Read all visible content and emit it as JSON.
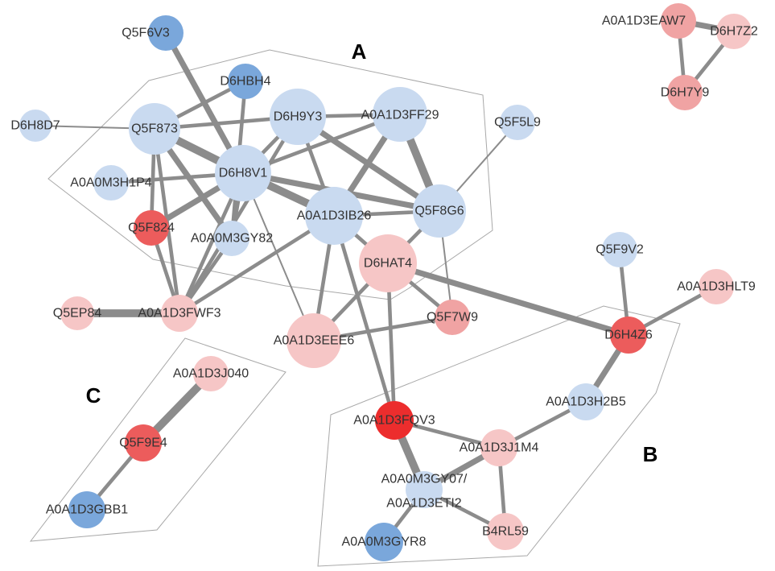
{
  "groups": [
    {
      "id": "A",
      "label": "A"
    },
    {
      "id": "B",
      "label": "B"
    },
    {
      "id": "C",
      "label": "C"
    }
  ],
  "colors": {
    "dark_blue": "#7aa7db",
    "light_blue": "#c9daf0",
    "light_pink": "#f6c6c6",
    "pink": "#f0a3a3",
    "red": "#ec5c5c",
    "bright_red": "#ec2d2d",
    "edge": "#8c8c8c",
    "hull": "#a8a8a8"
  },
  "nodes": [
    {
      "id": "Q5F6V3",
      "label": "Q5F6V3",
      "color": "dark_blue"
    },
    {
      "id": "D6HBH4",
      "label": "D6HBH4",
      "color": "dark_blue"
    },
    {
      "id": "D6H8D7",
      "label": "D6H8D7",
      "color": "light_blue"
    },
    {
      "id": "Q5F873",
      "label": "Q5F873",
      "color": "light_blue"
    },
    {
      "id": "D6H9Y3",
      "label": "D6H9Y3",
      "color": "light_blue"
    },
    {
      "id": "A0A1D3FF29",
      "label": "A0A1D3FF29",
      "color": "light_blue"
    },
    {
      "id": "Q5F5L9",
      "label": "Q5F5L9",
      "color": "light_blue"
    },
    {
      "id": "A0A0M3H1P4",
      "label": "A0A0M3H1P4",
      "color": "light_blue"
    },
    {
      "id": "D6H8V1",
      "label": "D6H8V1",
      "color": "light_blue"
    },
    {
      "id": "Q5F824",
      "label": "Q5F824",
      "color": "red"
    },
    {
      "id": "A0A0M3GY82",
      "label": "A0A0M3GY82",
      "color": "light_blue"
    },
    {
      "id": "A0A1D3IB26",
      "label": "A0A1D3IB26",
      "color": "light_blue"
    },
    {
      "id": "Q5F8G6",
      "label": "Q5F8G6",
      "color": "light_blue"
    },
    {
      "id": "D6HAT4",
      "label": "D6HAT4",
      "color": "light_pink"
    },
    {
      "id": "Q5EP84",
      "label": "Q5EP84",
      "color": "light_pink"
    },
    {
      "id": "A0A1D3FWF3",
      "label": "A0A1D3FWF3",
      "color": "light_pink"
    },
    {
      "id": "A0A1D3EEE6",
      "label": "A0A1D3EEE6",
      "color": "light_pink"
    },
    {
      "id": "Q5F7W9",
      "label": "Q5F7W9",
      "color": "pink"
    },
    {
      "id": "A0A1D3EAW7",
      "label": "A0A1D3EAW7",
      "color": "pink"
    },
    {
      "id": "D6H7Z2",
      "label": "D6H7Z2",
      "color": "light_pink"
    },
    {
      "id": "D6H7Y9",
      "label": "D6H7Y9",
      "color": "pink"
    },
    {
      "id": "Q5F9V2",
      "label": "Q5F9V2",
      "color": "light_blue"
    },
    {
      "id": "A0A1D3HLT9",
      "label": "A0A1D3HLT9",
      "color": "light_pink"
    },
    {
      "id": "D6H4Z6",
      "label": "D6H4Z6",
      "color": "red"
    },
    {
      "id": "A0A1D3H2B5",
      "label": "A0A1D3H2B5",
      "color": "light_blue"
    },
    {
      "id": "A0A1D3J040",
      "label": "A0A1D3J040",
      "color": "light_pink"
    },
    {
      "id": "Q5F9E4",
      "label": "Q5F9E4",
      "color": "red"
    },
    {
      "id": "A0A1D3GBB1",
      "label": "A0A1D3GBB1",
      "color": "dark_blue"
    },
    {
      "id": "A0A1D3FQV3",
      "label": "A0A1D3FQV3",
      "color": "bright_red"
    },
    {
      "id": "A0A1D3J1M4",
      "label": "A0A1D3J1M4",
      "color": "light_pink"
    },
    {
      "id": "A0A0M3GY07",
      "label": "A0A0M3GY07/",
      "label2": "A0A1D3ETI2",
      "color": "light_blue"
    },
    {
      "id": "B4RL59",
      "label": "B4RL59",
      "color": "light_pink"
    },
    {
      "id": "A0A0M3GYR8",
      "label": "A0A0M3GYR8",
      "color": "dark_blue"
    }
  ],
  "edges": [
    {
      "source": "Q5F6V3",
      "target": "D6H8V1",
      "weight": 3
    },
    {
      "source": "D6HBH4",
      "target": "Q5F873",
      "weight": 2
    },
    {
      "source": "D6HBH4",
      "target": "A0A0M3GY82",
      "weight": 2
    },
    {
      "source": "D6H8D7",
      "target": "Q5F873",
      "weight": 1
    },
    {
      "source": "Q5F873",
      "target": "D6H9Y3",
      "weight": 2
    },
    {
      "source": "Q5F873",
      "target": "D6H8V1",
      "weight": 4
    },
    {
      "source": "Q5F873",
      "target": "Q5F824",
      "weight": 2
    },
    {
      "source": "Q5F873",
      "target": "A0A0M3GY82",
      "weight": 3
    },
    {
      "source": "Q5F873",
      "target": "A0A1D3IB26",
      "weight": 3
    },
    {
      "source": "Q5F873",
      "target": "A0A1D3FWF3",
      "weight": 2
    },
    {
      "source": "D6H9Y3",
      "target": "D6H8V1",
      "weight": 2
    },
    {
      "source": "D6H9Y3",
      "target": "A0A1D3IB26",
      "weight": 2
    },
    {
      "source": "D6H9Y3",
      "target": "A0A1D3FF29",
      "weight": 2
    },
    {
      "source": "D6H9Y3",
      "target": "Q5F8G6",
      "weight": 3
    },
    {
      "source": "D6H9Y3",
      "target": "A0A1D3FWF3",
      "weight": 2
    },
    {
      "source": "A0A1D3FF29",
      "target": "D6H8V1",
      "weight": 2
    },
    {
      "source": "A0A1D3FF29",
      "target": "A0A1D3IB26",
      "weight": 3
    },
    {
      "source": "A0A1D3FF29",
      "target": "Q5F8G6",
      "weight": 4
    },
    {
      "source": "Q5F5L9",
      "target": "Q5F8G6",
      "weight": 1
    },
    {
      "source": "A0A0M3H1P4",
      "target": "D6H8V1",
      "weight": 2
    },
    {
      "source": "D6H8V1",
      "target": "Q5F824",
      "weight": 3
    },
    {
      "source": "D6H8V1",
      "target": "A0A0M3GY82",
      "weight": 2
    },
    {
      "source": "D6H8V1",
      "target": "A0A1D3IB26",
      "weight": 4
    },
    {
      "source": "D6H8V1",
      "target": "Q5F8G6",
      "weight": 3
    },
    {
      "source": "D6H8V1",
      "target": "A0A1D3EEE6",
      "weight": 1
    },
    {
      "source": "D6H8V1",
      "target": "A0A1D3FWF3",
      "weight": 2
    },
    {
      "source": "Q5F824",
      "target": "A0A1D3FWF3",
      "weight": 2
    },
    {
      "source": "A0A0M3GY82",
      "target": "A0A1D3FWF3",
      "weight": 2
    },
    {
      "source": "A0A1D3IB26",
      "target": "Q5F8G6",
      "weight": 2
    },
    {
      "source": "A0A1D3IB26",
      "target": "A0A1D3FWF3",
      "weight": 2
    },
    {
      "source": "A0A1D3IB26",
      "target": "A0A1D3EEE6",
      "weight": 2
    },
    {
      "source": "A0A1D3IB26",
      "target": "A0A1D3FQV3",
      "weight": 2
    },
    {
      "source": "A0A1D3IB26",
      "target": "D6HAT4",
      "weight": 2
    },
    {
      "source": "Q5F8G6",
      "target": "D6HAT4",
      "weight": 2
    },
    {
      "source": "Q5F8G6",
      "target": "Q5F7W9",
      "weight": 1
    },
    {
      "source": "D6HAT4",
      "target": "Q5F7W9",
      "weight": 2
    },
    {
      "source": "D6HAT4",
      "target": "A0A1D3EEE6",
      "weight": 2
    },
    {
      "source": "D6HAT4",
      "target": "A0A1D3FQV3",
      "weight": 2
    },
    {
      "source": "D6HAT4",
      "target": "D6H4Z6",
      "weight": 3
    },
    {
      "source": "Q5EP84",
      "target": "A0A1D3FWF3",
      "weight": 4
    },
    {
      "source": "Q5F7W9",
      "target": "A0A1D3EEE6",
      "weight": 2
    },
    {
      "source": "A0A1D3FQV3",
      "target": "A0A1D3J1M4",
      "weight": 2
    },
    {
      "source": "A0A1D3FQV3",
      "target": "A0A0M3GY07",
      "weight": 4
    },
    {
      "source": "A0A1D3J1M4",
      "target": "A0A1D3H2B5",
      "weight": 2
    },
    {
      "source": "A0A1D3J1M4",
      "target": "B4RL59",
      "weight": 2
    },
    {
      "source": "A0A1D3J1M4",
      "target": "A0A0M3GY07",
      "weight": 3
    },
    {
      "source": "A0A0M3GY07",
      "target": "B4RL59",
      "weight": 2
    },
    {
      "source": "A0A0M3GY07",
      "target": "A0A0M3GYR8",
      "weight": 2
    },
    {
      "source": "D6H4Z6",
      "target": "A0A1D3H2B5",
      "weight": 3
    },
    {
      "source": "D6H4Z6",
      "target": "Q5F9V2",
      "weight": 2
    },
    {
      "source": "D6H4Z6",
      "target": "A0A1D3HLT9",
      "weight": 2
    },
    {
      "source": "A0A1D3EAW7",
      "target": "D6H7Z2",
      "weight": 3
    },
    {
      "source": "A0A1D3EAW7",
      "target": "D6H7Y9",
      "weight": 2
    },
    {
      "source": "D6H7Z2",
      "target": "D6H7Y9",
      "weight": 2
    },
    {
      "source": "A0A1D3J040",
      "target": "Q5F9E4",
      "weight": 4
    },
    {
      "source": "Q5F9E4",
      "target": "A0A1D3GBB1",
      "weight": 2
    }
  ]
}
